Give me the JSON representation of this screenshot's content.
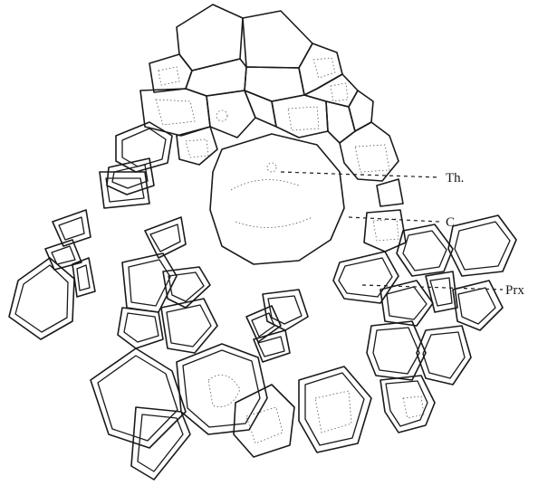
{
  "figure": {
    "labels": {
      "th": "Th.",
      "c": "C",
      "prx": "Prx"
    }
  }
}
